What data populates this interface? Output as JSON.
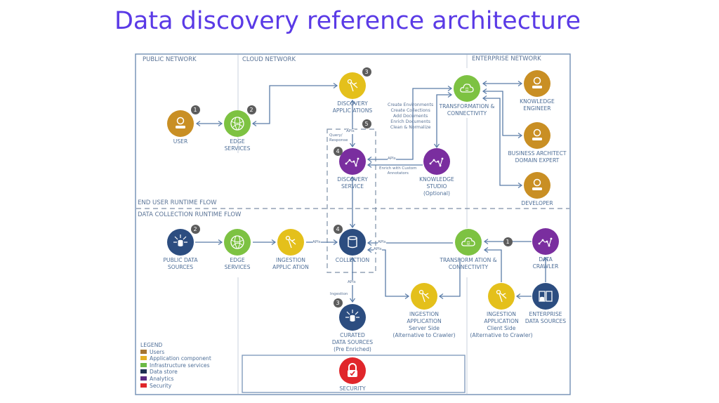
{
  "title": "Data discovery reference architecture",
  "regions": {
    "public": "PUBLIC NETWORK",
    "cloud": "CLOUD NETWORK",
    "enterprise": "ENTERPRISE NETWORK",
    "end_user": "END USER RUNTIME FLOW",
    "data_collection": "DATA COLLECTION RUNTIME FLOW"
  },
  "nodes": {
    "user": "USER",
    "edge_services_top": "EDGE\nSERVICES",
    "discovery_applications": "DISCOVERY\nAPPLIC ATIONS",
    "discovery_service": "DISCOVERY\nSERVICE",
    "transformation_top": "TRANSFORMATION &\nCONNECTIVITY",
    "knowledge_studio": "KNOWLEDGE\nSTUDIO\n(Optional)",
    "knowledge_engineer": "KNOWLEDGE\nENGINEER",
    "business_architect": "BUSINESS ARCHITECT\nDOMAIN EXPERT",
    "developer": "DEVELOPER",
    "public_data_sources": "PUBLIC DATA\nSOURCES",
    "edge_services_bottom": "EDGE\nSERVICES",
    "ingestion_application": "INGESTION\nAPPLIC ATION",
    "collection": "COLLECTION",
    "curated_data_sources": "CURATED\nDATA SOURCES\n(Pre Enriched)",
    "transformation_bottom": "TRANSFORM ATION &\nCONNECTIVITY",
    "data_crawler": "DATA\nCRAWLER",
    "ingestion_server": "INGESTION\nAPPLICATION\nServer Side\n(Alternative to Crawler)",
    "ingestion_client": "INGESTION\nAPPLICATION\nClient Side\n(Alternative to Crawler)",
    "enterprise_data_sources": "ENTERPRISE\nDATA SOURCES",
    "security": "SECURITY"
  },
  "badges": {
    "user": "1",
    "edge_top": "2",
    "discovery_apps": "3",
    "discovery_service": "4",
    "group": "5",
    "public_data": "2",
    "collection": "4",
    "curated": "3",
    "crawler": "1"
  },
  "edge_labels": {
    "apis": "APIs",
    "query_response": "Query/\nResponse",
    "enrich": "Enrich with Custom\nAnnotators",
    "ingestion": "Ingestion",
    "tasks": "Create Environments\nCreate Collections\nAdd Documents\nEnrich Documents\nClean & Normalize"
  },
  "legend": {
    "title": "LEGEND",
    "items": [
      {
        "label": "Users",
        "color": "#a57530"
      },
      {
        "label": "Application component",
        "color": "#e4b024"
      },
      {
        "label": "Infrastructure services",
        "color": "#6cba45"
      },
      {
        "label": "Data store",
        "color": "#1e2f52"
      },
      {
        "label": "Analytics",
        "color": "#5a2a82"
      },
      {
        "label": "Security",
        "color": "#e0262b"
      }
    ]
  },
  "colors": {
    "title": "#5a3ae6",
    "line": "#5a7ca8"
  }
}
